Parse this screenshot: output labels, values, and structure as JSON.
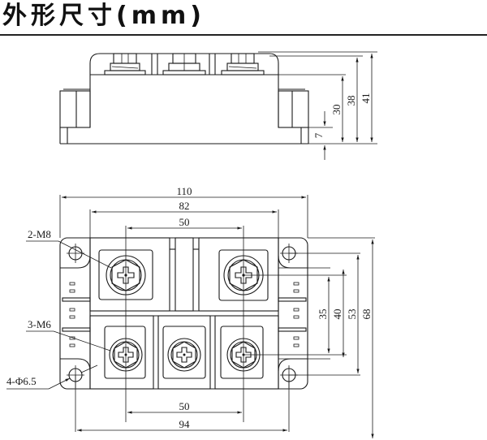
{
  "title": "外形尺寸(mm)",
  "side_view": {
    "dimensions": {
      "height_total": "41",
      "height_terminal": "38",
      "height_body": "30",
      "base_thickness": "7"
    }
  },
  "top_view": {
    "dimensions": {
      "overall_width": "110",
      "terminal_outer_span": "82",
      "top_terminal_span": "50",
      "bottom_terminal_span": "50",
      "mounting_hole_span_x": "94",
      "inner_height_a": "35",
      "inner_height_b": "40",
      "mounting_hole_span_y": "53",
      "overall_height": "68"
    },
    "callouts": {
      "main_terminals": "2-M8",
      "aux_terminals": "3-M6",
      "mounting_holes": "4-Φ6.5"
    }
  }
}
